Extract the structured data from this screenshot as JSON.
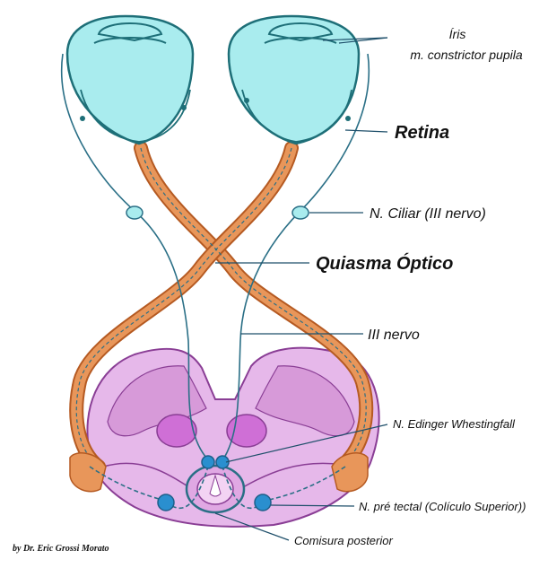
{
  "labels": {
    "iris": "Íris",
    "constrictor": "m. constrictor pupila",
    "retina": "Retina",
    "ciliar": "N. Ciliar (III nervo)",
    "quiasma": "Quiasma Óptico",
    "iii_nervo": "III nervo",
    "edinger": "N. Edinger Whestingfall",
    "pretectal": "N. pré tectal (Colículo Superior))",
    "comisura": "Comisura posterior"
  },
  "credit": "by Dr. Eric Grossi Morato",
  "colors": {
    "eye_fill": "#a9ecee",
    "eye_stroke": "#1e6f78",
    "optic_tract": "#e8965a",
    "optic_tract_edge": "#b55a22",
    "nerve_line": "#2a6f86",
    "brainstem_fill": "#e6b8ea",
    "brainstem_stroke": "#8a3e95",
    "nucleus": "#2a8fcf"
  }
}
